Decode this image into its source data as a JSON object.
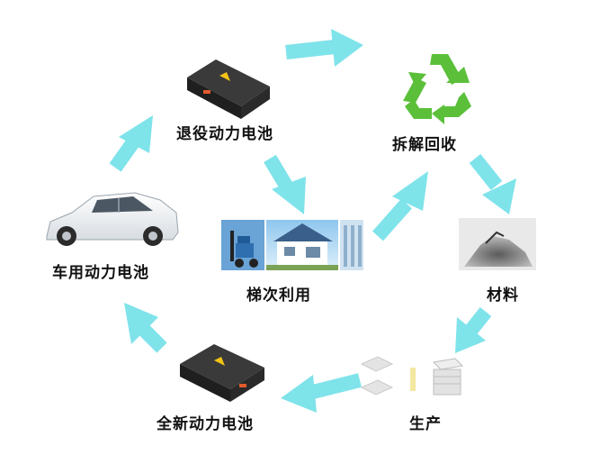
{
  "nodes": {
    "retired_battery": "退役动力电池",
    "dismantle_recycle": "拆解回收",
    "vehicle_battery": "车用动力电池",
    "cascade_use": "梯次利用",
    "material": "材料",
    "new_battery": "全新动力电池",
    "production": "生产"
  },
  "colors": {
    "arrow": "#7fe3ea",
    "recycle": "#5bbf3a",
    "battery": "#1f1f1f",
    "battery_top": "#3a3a3a",
    "warning": "#f3c316"
  },
  "icons": {
    "retired_battery": "battery-pack-icon",
    "recycle": "recycle-icon",
    "car": "suv-car-icon",
    "cascade": "forklift-house-building-icon",
    "material": "material-powder-icon",
    "production": "production-cells-icon",
    "new_battery": "battery-pack-icon"
  }
}
